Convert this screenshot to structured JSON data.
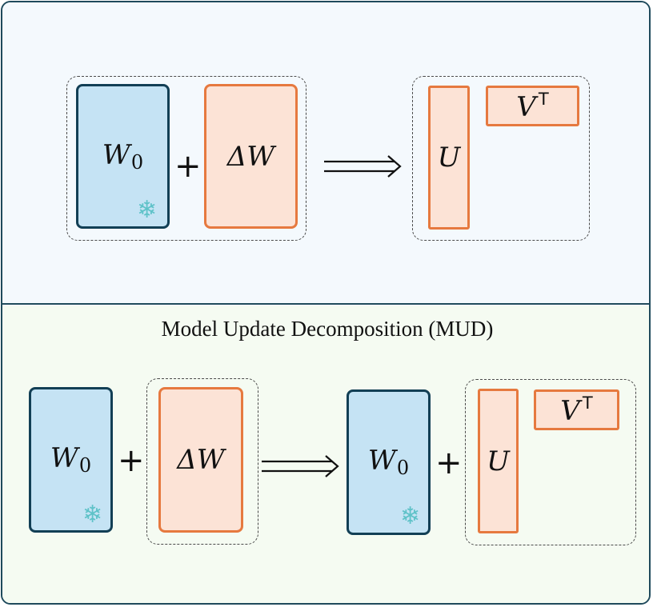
{
  "diagram": {
    "title": "Model Update Decomposition (MUD)",
    "symbols": {
      "w": "W",
      "w_sub": "0",
      "delta_w": "ΔW",
      "u": "U",
      "v": "V",
      "v_sup": "T",
      "plus": "+",
      "snowflake": "❄"
    },
    "colors": {
      "frozen_fill": "#c5e3f4",
      "frozen_border": "#123f55",
      "update_fill": "#fce3d6",
      "update_border": "#e6793f",
      "top_bg": "#f4f9fd",
      "bottom_bg": "#f5fbf2",
      "frame": "#1f4a5c"
    }
  }
}
